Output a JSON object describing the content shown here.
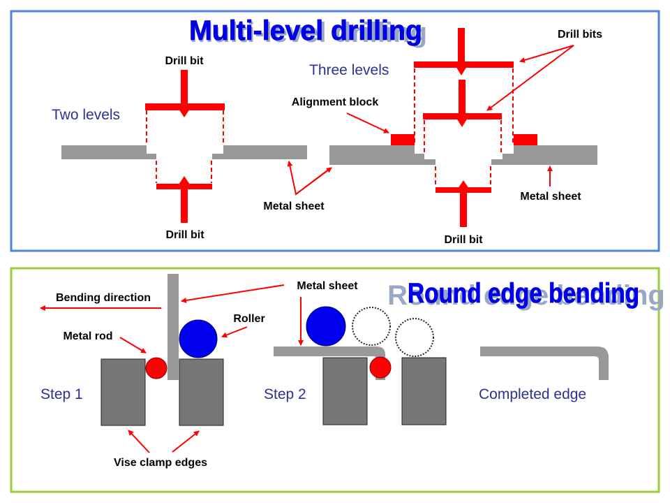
{
  "colors": {
    "top_panel_border": "#4f81e6",
    "bottom_panel_border": "#9acd32",
    "title": "#0000ee",
    "level_text": "#2e3192",
    "drill": "#ff0000",
    "metal": "#999999",
    "clamp": "#777777",
    "roller": "#0000ee"
  },
  "top_panel": {
    "title": "Multi-level drilling",
    "two_levels": {
      "heading": "Two levels",
      "label_drill_top": "Drill bit",
      "label_drill_bottom": "Drill bit"
    },
    "three_levels": {
      "heading": "Three levels",
      "label_drill_bits": "Drill bits",
      "label_alignment_block": "Alignment block",
      "label_drill_bottom": "Drill bit",
      "label_metal_sheet_right": "Metal sheet"
    },
    "label_metal_sheet_center": "Metal sheet"
  },
  "bottom_panel": {
    "title": "Round edge bending",
    "step1": {
      "heading": "Step 1",
      "label_bending_direction": "Bending direction",
      "label_metal_rod": "Metal rod",
      "label_roller": "Roller",
      "label_vise": "Vise clamp edges"
    },
    "label_metal_sheet": "Metal sheet",
    "step2": {
      "heading": "Step 2"
    },
    "completed": {
      "heading": "Completed edge"
    }
  }
}
